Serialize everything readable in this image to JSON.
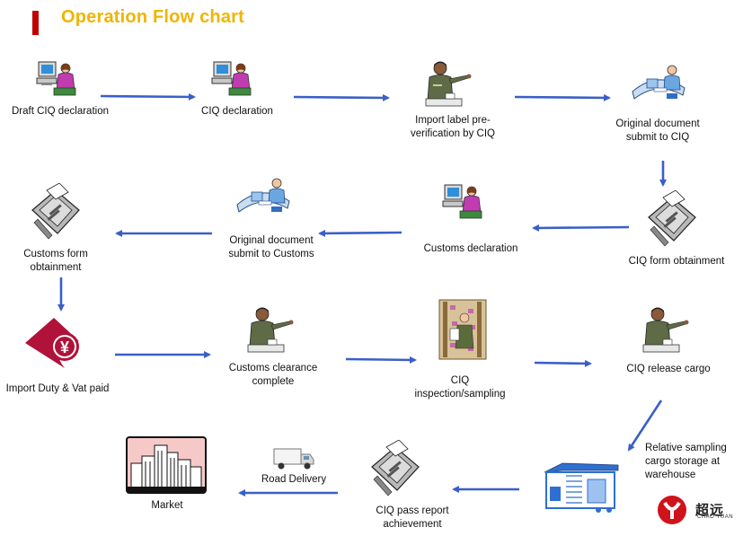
{
  "title": "Operation Flow chart",
  "colors": {
    "title": "#f0b400",
    "accent_bar": "#c00000",
    "arrow": "#3a5fc8",
    "duty_icon": "#b0123a"
  },
  "steps": {
    "draft_ciq": "Draft CIQ declaration",
    "ciq_declaration": "CIQ declaration",
    "import_label": [
      "Import label pre-",
      "verification by CIQ"
    ],
    "orig_doc_ciq": [
      "Original document",
      "submit to CIQ"
    ],
    "ciq_form": "CIQ form obtainment",
    "customs_decl": "Customs  declaration",
    "orig_doc_customs": [
      "Original document",
      "submit to Customs"
    ],
    "customs_form": [
      "Customs form",
      "obtainment"
    ],
    "duty_paid": "Import Duty & Vat paid",
    "customs_clearance": [
      "Customs clearance",
      "complete"
    ],
    "ciq_inspection": [
      "CIQ",
      "inspection/sampling"
    ],
    "ciq_release": "CIQ release cargo",
    "sampling_storage": [
      "Relative sampling",
      "cargo storage at",
      "warehouse"
    ],
    "ciq_pass": [
      "CIQ pass report",
      "achievement"
    ],
    "road_delivery": "Road Delivery",
    "market": "Market"
  },
  "icons": {
    "computer_user": "computer-user-icon",
    "officer": "officer-pointing-icon",
    "desk_worker": "desk-worker-icon",
    "fax": "fax-machine-icon",
    "yen": "yen-payment-icon",
    "inspection": "inspection-worker-icon",
    "warehouse": "warehouse-icon",
    "truck": "delivery-truck-icon",
    "city": "city-skyline-icon"
  },
  "brand": {
    "name": "超远",
    "sub": "CHAO YUAN"
  }
}
